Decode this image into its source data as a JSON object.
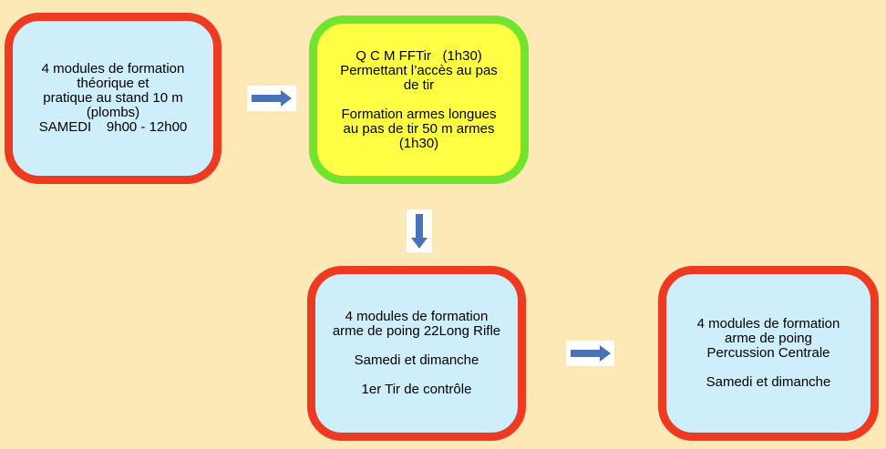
{
  "boxes": {
    "box1": {
      "lines": [
        "4 modules de formation",
        "théorique et",
        "pratique au stand 10 m",
        "(plombs)",
        "SAMEDI    9h00 - 12h00"
      ]
    },
    "box2": {
      "lines": [
        "Q C M FFTir   (1h30)",
        "Permettant l’accès au pas",
        "de tir",
        "",
        "Formation armes longues",
        "au pas de tir 50 m armes",
        "(1h30)"
      ]
    },
    "box3": {
      "lines": [
        "4 modules de formation",
        "arme de poing 22Long Rifle",
        "",
        "Samedi et dimanche",
        "",
        "1er Tir de contrôle"
      ]
    },
    "box4": {
      "lines": [
        "4 modules de formation",
        "arme de poing",
        "Percussion Centrale",
        "",
        "Samedi et dimanche"
      ]
    }
  },
  "arrows": {
    "arrow1": "arrow-right-icon",
    "arrow2": "arrow-down-icon",
    "arrow3": "arrow-right-icon"
  },
  "colors": {
    "background": "#fde9b6",
    "box_fill_blue": "#cdeefa",
    "box_fill_yellow": "#ffff44",
    "border_red": "#ee3a21",
    "border_green": "#70e42f",
    "arrow": "#4a72b8"
  }
}
